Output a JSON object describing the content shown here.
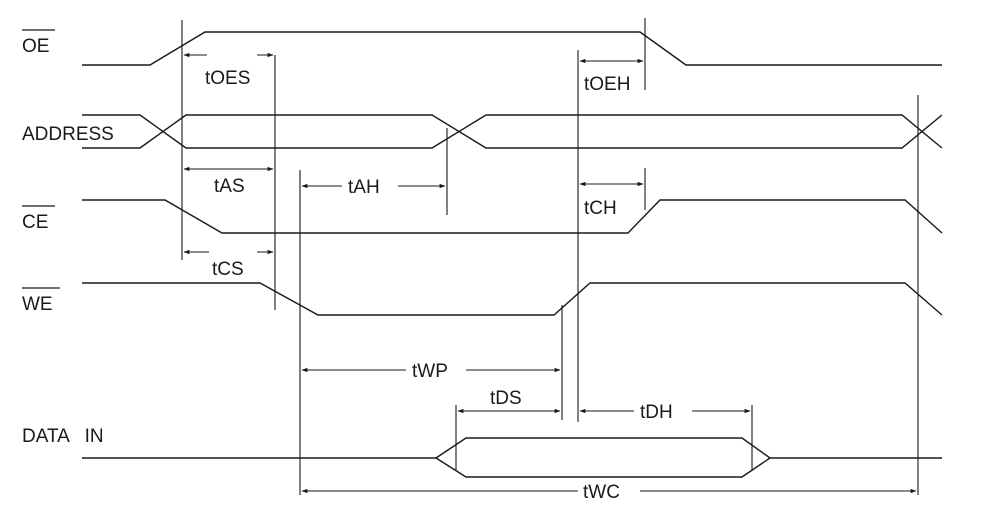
{
  "signals": {
    "oe": "OE",
    "address": "ADDRESS",
    "ce": "CE",
    "we": "WE",
    "data_in": "DATA   IN"
  },
  "timing_labels": {
    "toes": "tOES",
    "toeh": "tOEH",
    "tas": "tAS",
    "tah": "tAH",
    "tch": "tCH",
    "tcs": "tCS",
    "twp": "tWP",
    "tds": "tDS",
    "tdh": "tDH",
    "twc": "tWC"
  }
}
